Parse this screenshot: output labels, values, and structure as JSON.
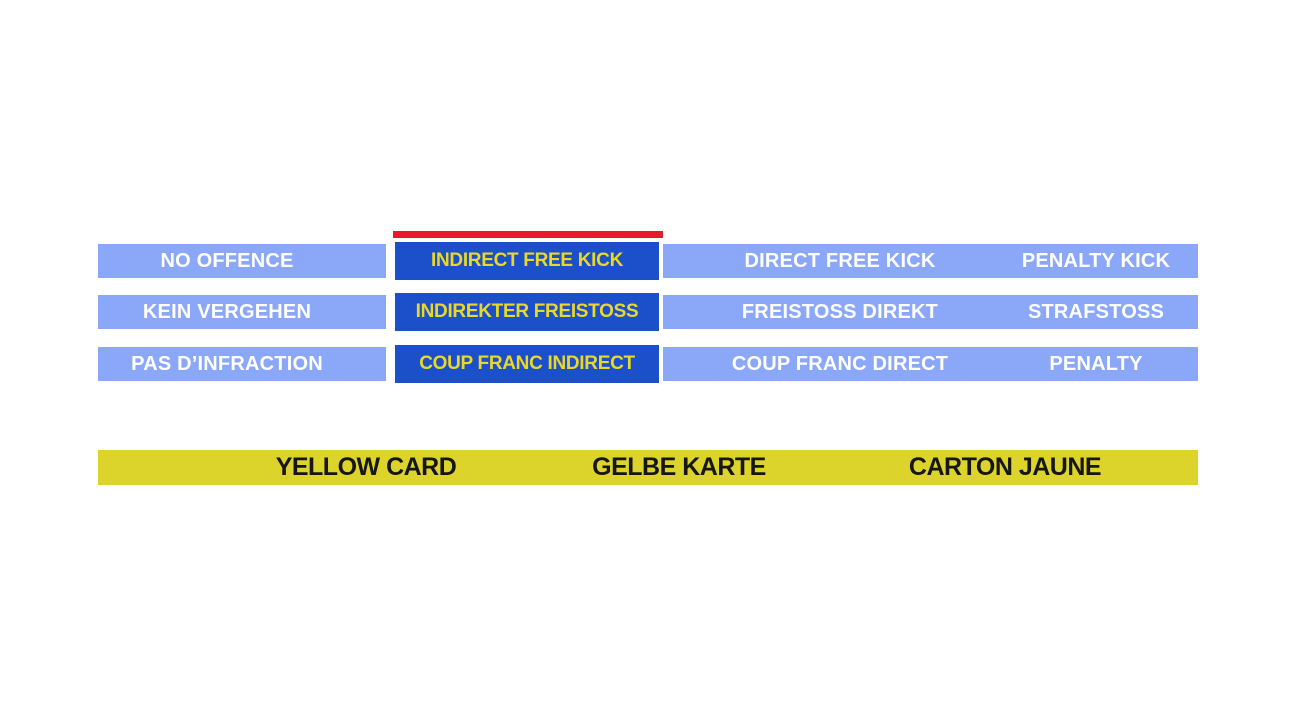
{
  "slide": {
    "rows": [
      {
        "left": "NO OFFENCE",
        "selected": "INDIRECT FREE KICK",
        "right_a": "DIRECT FREE KICK",
        "right_b": "PENALTY KICK"
      },
      {
        "left": "KEIN VERGEHEN",
        "selected": "INDIREKTER FREISTOSS",
        "right_a": "FREISTOSS DIREKT",
        "right_b": "STRAFSTOSS"
      },
      {
        "left": "PAS D’INFRACTION",
        "selected": "COUP FRANC INDIRECT",
        "right_a": "COUP FRANC DIRECT",
        "right_b": "PENALTY"
      }
    ],
    "sanction": {
      "labels": [
        "YELLOW CARD",
        "GELBE KARTE",
        "CARTON JAUNE"
      ]
    },
    "colors": {
      "option_bar": "#8BA7F8",
      "selected_bar": "#1C50CB",
      "selected_text": "#E9D827",
      "option_text": "#FFFFFF",
      "indicator_red": "#E61A2B",
      "sanction_bar": "#DCD32B",
      "sanction_text": "#161616",
      "background": "#FFFFFF"
    }
  }
}
